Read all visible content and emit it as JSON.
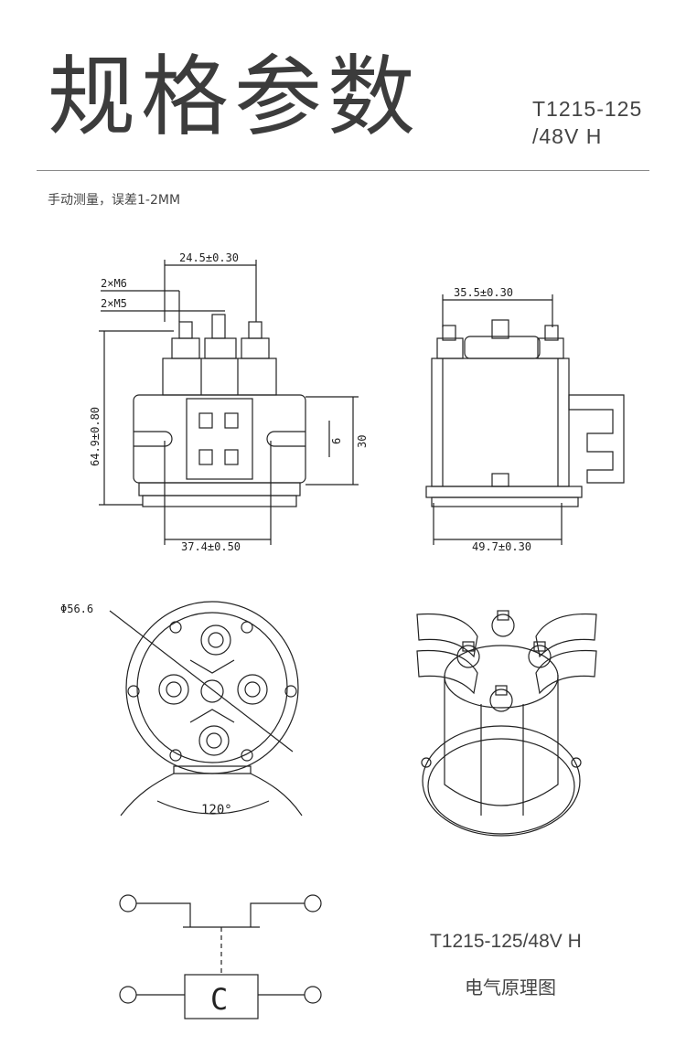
{
  "header": {
    "title": "规格参数",
    "model_line1": "T1215-125",
    "model_line2": "/48V  H"
  },
  "note": "手动测量，误差1-2MM",
  "front_view": {
    "dim_top": "24.5±0.30",
    "dim_m6": "2×M6",
    "dim_m5": "2×M5",
    "dim_height": "64.9±0.80",
    "dim_slot": "6",
    "dim_bracket": "30",
    "dim_width": "37.4±0.50"
  },
  "side_view": {
    "dim_top": "35.5±0.30",
    "dim_width": "49.7±0.30"
  },
  "bottom_view": {
    "dim_diameter": "Φ56.6",
    "dim_angle": "120°"
  },
  "schematic": {
    "coil_label": "C",
    "caption_model": "T1215-125/48V H",
    "caption_name": "电气原理图"
  }
}
